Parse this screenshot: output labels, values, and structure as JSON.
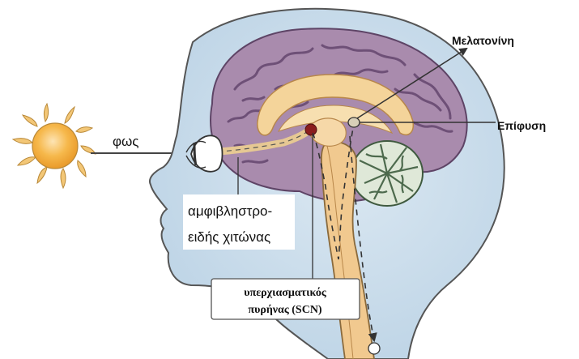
{
  "labels": {
    "light": "φως",
    "melatonin": "Μελατονίνη",
    "pineal": "Επίφυση",
    "retina_line1": "αμφιβληστρο-",
    "retina_line2": "ειδής χιτώνας",
    "scn_line1": "υπερχιασματικός",
    "scn_line2": "πυρήνας (SCN)"
  },
  "colors": {
    "sun_fill": "#f6b84b",
    "sun_rays": "#f3c777",
    "head_fill": "#c8dcec",
    "head_outline": "#555555",
    "brain_fill": "#a98bad",
    "brain_gyri": "#7d5f86",
    "corpus_callosum": "#f4d49a",
    "cerebellum": "#4d6a4d",
    "brainstem": "#f1c98f",
    "scn_dot": "#8b1d1d"
  },
  "icons": {
    "sun": "sun-icon",
    "eye": "eye-icon",
    "pathway_arrow": "arrow-icon"
  }
}
